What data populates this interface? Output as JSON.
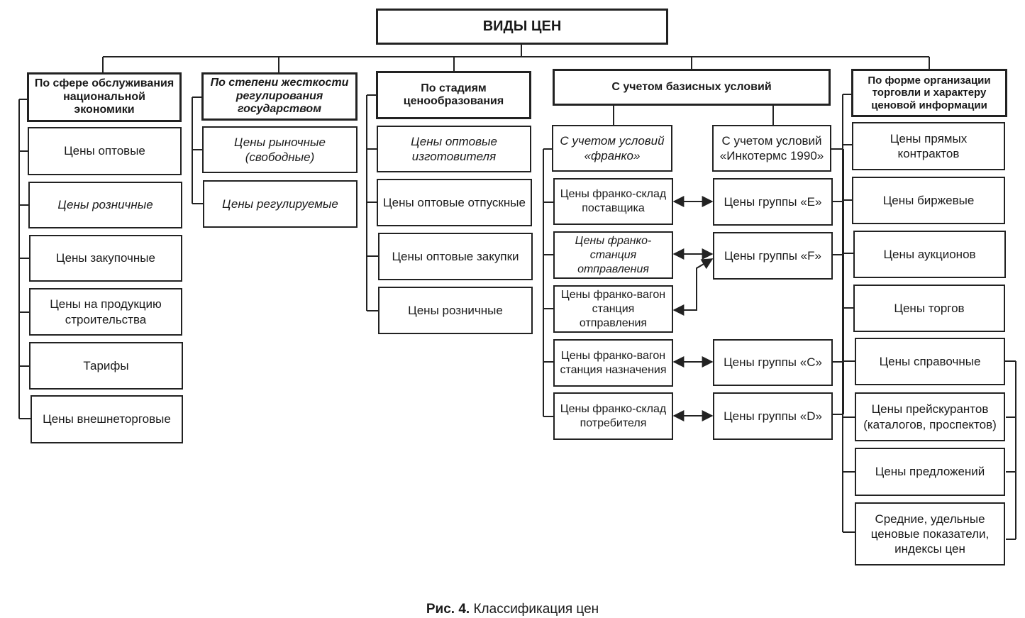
{
  "root": "ВИДЫ ЦЕН",
  "columns": [
    {
      "head": "По сфере обслуживания национальной экономики",
      "items": [
        "Цены оптовые",
        "Цены розничные",
        "Цены закупочные",
        "Цены на продукцию строительства",
        "Тарифы",
        "Цены внешнеторговые"
      ]
    },
    {
      "head": "По степени жесткости регулирования государством",
      "items": [
        "Цены рыночные (свободные)",
        "Цены регулируемые"
      ]
    },
    {
      "head": "По стадиям ценообразования",
      "items": [
        "Цены оптовые изготовителя",
        "Цены оптовые отпускные",
        "Цены оптовые закупки",
        "Цены розничные"
      ]
    },
    {
      "head": "С учетом базисных условий",
      "franco": {
        "head": "С учетом условий «франко»",
        "items": [
          "Цены франко-склад поставщика",
          "Цены франко-станция отправления",
          "Цены франко-вагон станция отправления",
          "Цены франко-вагон станция назначения",
          "Цены франко-склад потребителя"
        ]
      },
      "incoterms": {
        "head": "С учетом условий «Инкотермс 1990»",
        "items": [
          "Цены группы «E»",
          "Цены группы «F»",
          "Цены группы «C»",
          "Цены группы «D»"
        ]
      }
    },
    {
      "head": "По форме организации торговли и характеру ценовой информации",
      "items": [
        "Цены прямых контрактов",
        "Цены биржевые",
        "Цены аукционов",
        "Цены торгов",
        "Цены справочные",
        "Цены прейскурантов (каталогов, проспектов)",
        "Цены предложений",
        "Средние, удельные ценовые показатели, индексы цен"
      ]
    }
  ],
  "caption": {
    "label": "Рис. 4.",
    "text": "Классификация цен"
  }
}
